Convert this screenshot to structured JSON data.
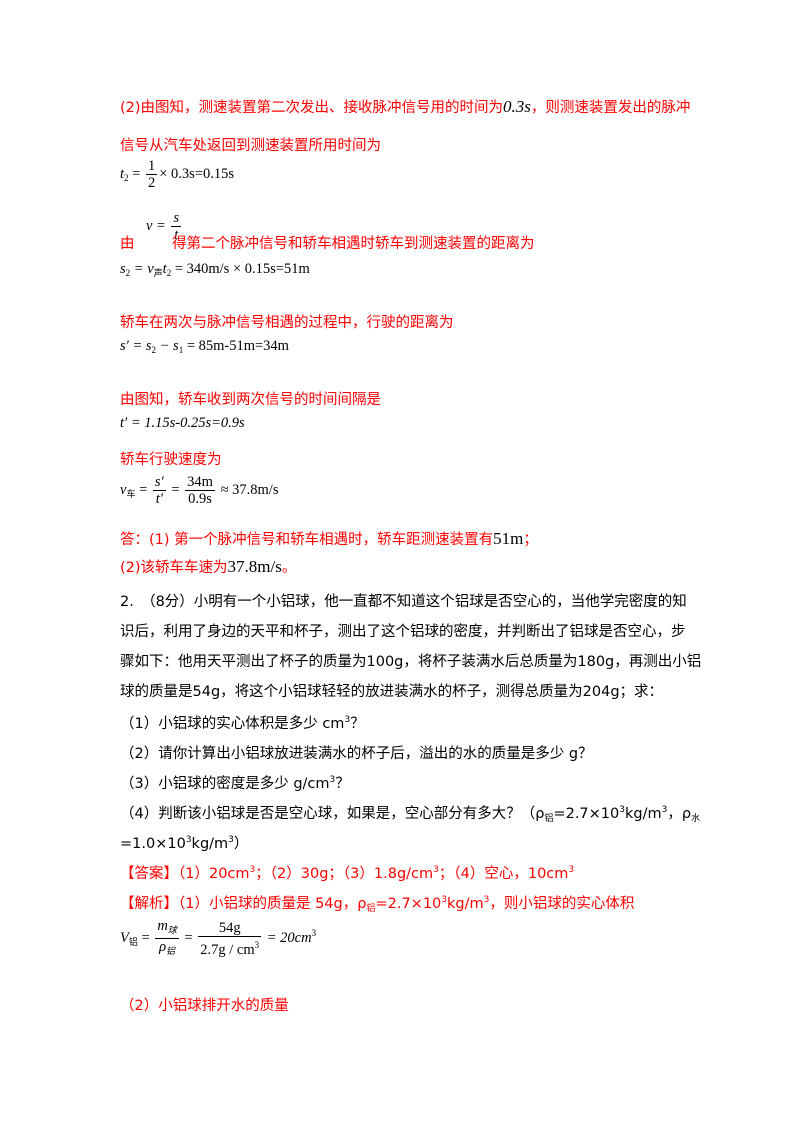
{
  "s1": {
    "part2_a": "(2)由图知，测速装置第二次发出、接收脉冲信号用的时间为",
    "part2_t": "0.3s",
    "part2_b": "，则测速装置发出的脉冲",
    "part2_line2": "信号从汽车处返回到测速装置所用时间为",
    "eq_t2": {
      "lhs": "t",
      "lhs_sub": "2",
      "eq": " = ",
      "num": "1",
      "den": "2",
      "rest": "× 0.3s=0.15s"
    },
    "v_eq": {
      "lhs": "v = ",
      "num": "s",
      "den": "t"
    },
    "you": "由",
    "you_rest": "得第二个脉冲信号和轿车相遇时轿车到测速装置的距离为",
    "eq_s2": {
      "lhs": "s",
      "lhs_sub": "2",
      "mid": " = v",
      "v_sub": "声",
      "t": "t",
      "t_sub": "2",
      "rest": " = 340m/s × 0.15s=51m"
    },
    "drive_line": "轿车在两次与脉冲信号相遇的过程中，行驶的距离为",
    "eq_sp": {
      "lhs": "s′ = s",
      "sub2": "2",
      "minus": " − s",
      "sub1": "1",
      "rest": " = 85m-51m=34m"
    },
    "interval_line": "由图知，轿车收到两次信号的时间间隔是",
    "eq_tp": "t′ = 1.15s-0.25s=0.9s",
    "speed_line": "轿车行驶速度为",
    "eq_v": {
      "lhs": "v",
      "lhs_sub": "车",
      "eq": " = ",
      "num1": "s′",
      "den1": "t′",
      "eq2": " = ",
      "num2": "34m",
      "den2": "0.9s",
      "rest": " ≈ 37.8m/s"
    },
    "ans1_a": "答：(1) 第一个脉冲信号和轿车相遇时，轿车距测速装置有",
    "ans1_v": "51m",
    "ans1_b": "；",
    "ans2_a": "(2)该轿车车速为",
    "ans2_v": "37.8m/s",
    "ans2_b": "。"
  },
  "q2": {
    "line1": "2.　（8分）小明有一个小铝球，他一直都不知道这个铝球是否空心的，当他学完密度的知",
    "line2": "识后，利用了身边的天平和杯子，测出了这个铝球的密度，并判断出了铝球是否空心，步",
    "line3": "骤如下：他用天平测出了杯子的质量为100g，将杯子装满水后总质量为180g，再测出小铝",
    "line4": "球的质量是54g，将这个小铝球轻轻的放进装满水的杯子，测得总质量为204g；求：",
    "sub1_a": "（1）小铝球的实心体积是多少 cm",
    "sub1_sup": "3",
    "sub1_b": "？",
    "sub2": "（2）请你计算出小铝球放进装满水的杯子后，溢出的水的质量是多少 g？",
    "sub3_a": "（3）小铝球的密度是多少 g/cm",
    "sub3_sup": "3",
    "sub3_b": "？",
    "sub4_a": "（4）判断该小铝球是否是空心球，如果是，空心部分有多大？（ρ",
    "sub4_sub1": "铝",
    "sub4_b": "=2.7×10",
    "sub4_sup1": "3",
    "sub4_c": "kg/m",
    "sub4_sup2": "3",
    "sub4_d": "，ρ",
    "sub4_sub2": "水",
    "sub4_line2_a": "=1.0×10",
    "sub4_line2_sup1": "3",
    "sub4_line2_b": "kg/m",
    "sub4_line2_sup2": "3",
    "sub4_line2_c": "）"
  },
  "answer": {
    "tag": "【答案】",
    "a1": "（1）20cm",
    "a1_sup": "3",
    "a1_end": "；",
    "a2": "（2）30g；",
    "a3": "（3）1.8g/cm",
    "a3_sup": "3",
    "a3_end": "；",
    "a4": "（4）空心，10cm",
    "a4_sup": "3"
  },
  "analysis": {
    "tag": "【解析】",
    "t1": "（1）小铝球的质量是 54g，ρ",
    "t1_sub": "铝",
    "t1_b": "=2.7×10",
    "t1_sup1": "3",
    "t1_c": "kg/m",
    "t1_sup2": "3",
    "t1_d": "，则小铝球的实心体积",
    "eq_V": {
      "lhs": "V",
      "lhs_sub": "铝",
      "eq": " = ",
      "num1": "m",
      "num1_sub": "球",
      "den1": "ρ",
      "den1_sub": "铝",
      "eq2": " = ",
      "num2": "54g",
      "den2": "2.7g / cm",
      "den2_sup": "3",
      "rest": " = 20cm",
      "rest_sup": "3"
    },
    "t2": "（2）小铝球排开水的质量"
  }
}
